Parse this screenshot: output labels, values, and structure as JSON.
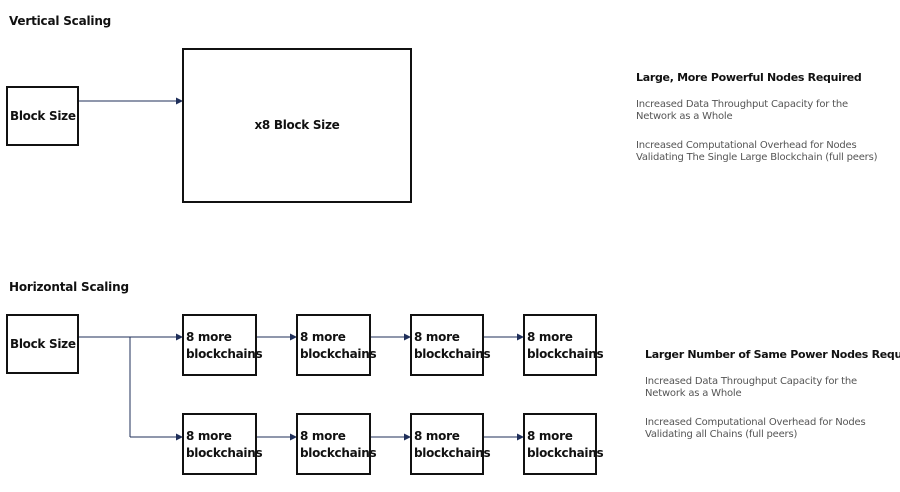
{
  "vertical": {
    "title": "Vertical Scaling",
    "source_box": "Block Size",
    "target_box": "x8 Block Size",
    "notes": {
      "heading": "Large, More Powerful Nodes Required",
      "item1_line1": "Increased Data Throughput Capacity for the",
      "item1_line2": "Network as a Whole",
      "item2_line1": "Increased Computational Overhead for Nodes",
      "item2_line2": "Validating The Single Large Blockchain (full peers)"
    }
  },
  "horizontal": {
    "title": "Horizontal Scaling",
    "source_box": "Block Size",
    "chain_line1": "8 more",
    "chain_line2": "blockchains",
    "notes": {
      "heading": "Larger Number of Same Power Nodes Required",
      "item1_line1": "Increased Data Throughput Capacity for the",
      "item1_line2": "Network as a Whole",
      "item2_line1": "Increased Computational Overhead for Nodes",
      "item2_line2": "Validating all Chains (full peers)"
    }
  },
  "colors": {
    "line": "#111111",
    "arrow": "#1f2f5a",
    "note_text": "#555555"
  }
}
